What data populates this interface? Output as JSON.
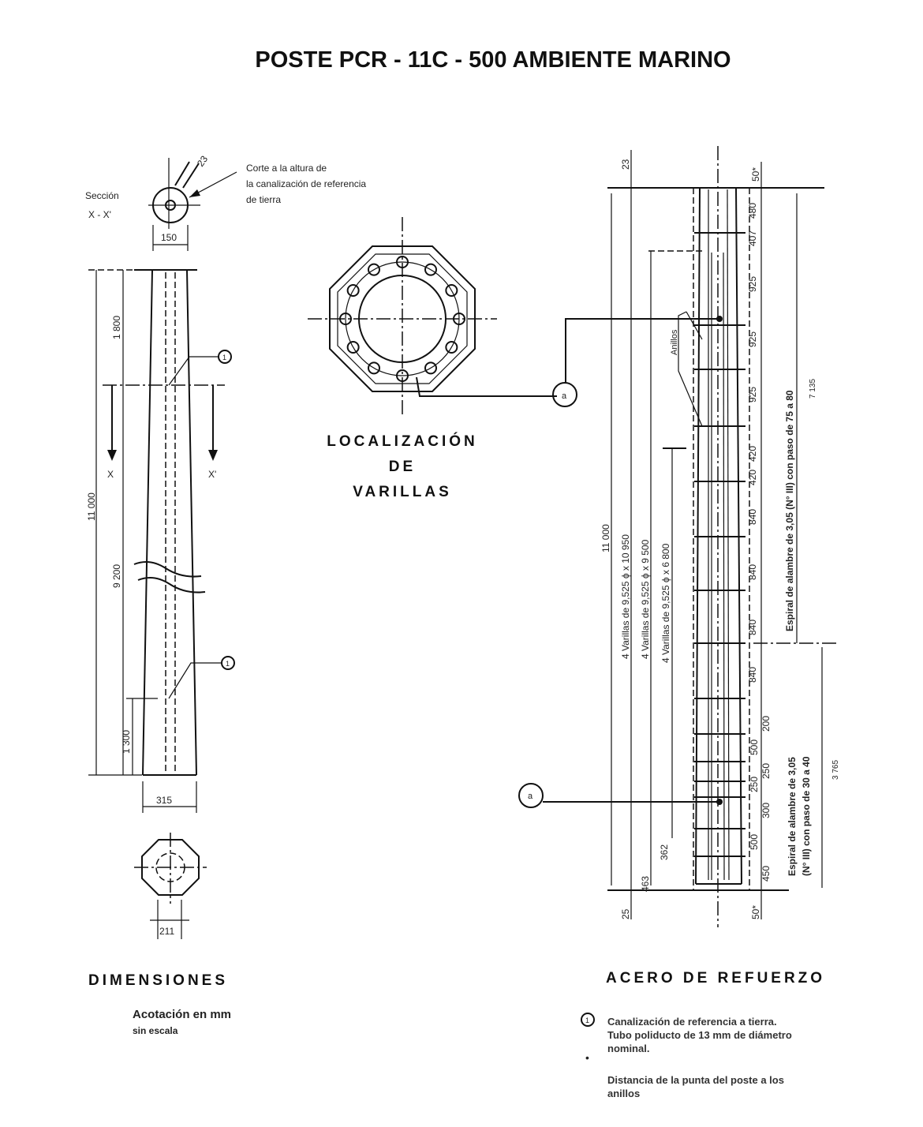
{
  "title": "POSTE PCR - 11C - 500 AMBIENTE MARINO",
  "dimensiones": {
    "heading": "DIMENSIONES",
    "units_note": "Acotación en mm",
    "scale_note": "sin escala",
    "section_label_1": "Sección",
    "section_label_2": "X - X'",
    "callout_1": "Corte a la altura de",
    "callout_2": "la canalización de referencia",
    "callout_3": "de tierra",
    "dim_23": "23",
    "dim_150": "150",
    "dim_1800": "1 800",
    "dim_11000": "11 000",
    "dim_9200": "9 200",
    "dim_1300": "1 300",
    "dim_315": "315",
    "dim_211": "211",
    "x_label": "X",
    "x_prime_label": "X'",
    "marker": "1"
  },
  "localizacion": {
    "line1": "LOCALIZACIÓN",
    "line2": "DE",
    "line3": "VARILLAS",
    "marker": "a"
  },
  "acero": {
    "heading": "ACERO DE REFUERZO",
    "dim_23": "23",
    "dim_25": "25",
    "dim_50_top": "50*",
    "dim_50_bottom": "50*",
    "dim_11000": "11 000",
    "dim_463": "463",
    "dim_362": "362",
    "dim_7135": "7 135",
    "dim_3765": "3 765",
    "rod_1": "4 Varillas de 9,525 ϕ x 10 950",
    "rod_2": "4 Varillas de 9,525 ϕ x 9 500",
    "rod_3": "4 Varillas de 9,525 ϕ x 6 800",
    "rings_label": "Anillos",
    "spiral_top": "Espiral de alambre de 3,05 (N° III) con paso de 75 a 80",
    "spiral_bottom_1": "Espiral de alambre de 3,05",
    "spiral_bottom_2": "(N° III) con paso de 30 a 40",
    "ring_dims": [
      "480",
      "407",
      "925",
      "925",
      "925",
      "420",
      "420",
      "840",
      "840",
      "840",
      "840"
    ],
    "bottom_dims": [
      "200",
      "500",
      "250",
      "250",
      "300",
      "500",
      "450"
    ],
    "marker": "a"
  },
  "legend": [
    {
      "symbol": "1",
      "text_1": "Canalización de referencia a tierra.",
      "text_2": "Tubo poliducto de 13 mm de diámetro",
      "text_3": "nominal."
    },
    {
      "symbol": "•",
      "text_1": "Distancia de la punta del poste a los",
      "text_2": "anillos"
    }
  ]
}
